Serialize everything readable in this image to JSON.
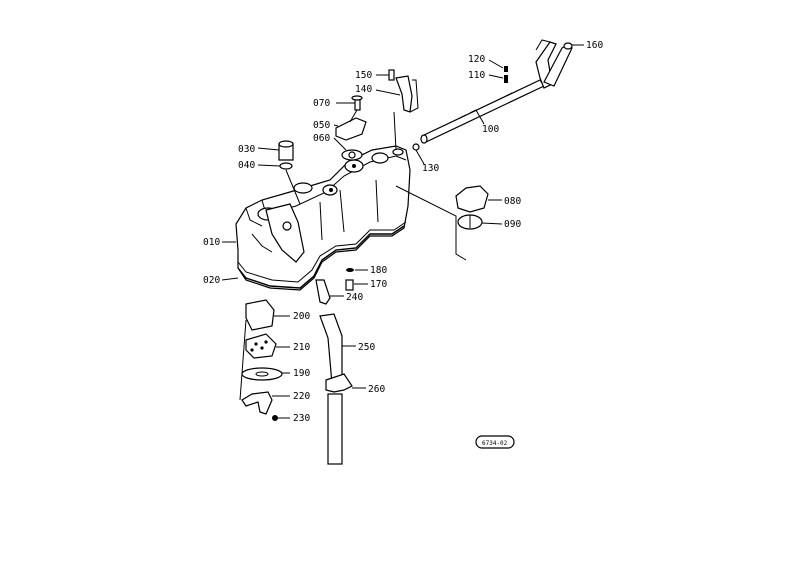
{
  "diagram": {
    "part_labels": {
      "p010": "010",
      "p020": "020",
      "p030": "030",
      "p040": "040",
      "p050": "050",
      "p060": "060",
      "p070": "070",
      "p080": "080",
      "p090": "090",
      "p100": "100",
      "p110": "110",
      "p120": "120",
      "p130": "130",
      "p140": "140",
      "p150": "150",
      "p160": "160",
      "p170": "170",
      "p180": "180",
      "p190": "190",
      "p200": "200",
      "p210": "210",
      "p220": "220",
      "p230": "230",
      "p240": "240",
      "p250": "250",
      "p260": "260"
    },
    "stamp": "6734-02"
  }
}
